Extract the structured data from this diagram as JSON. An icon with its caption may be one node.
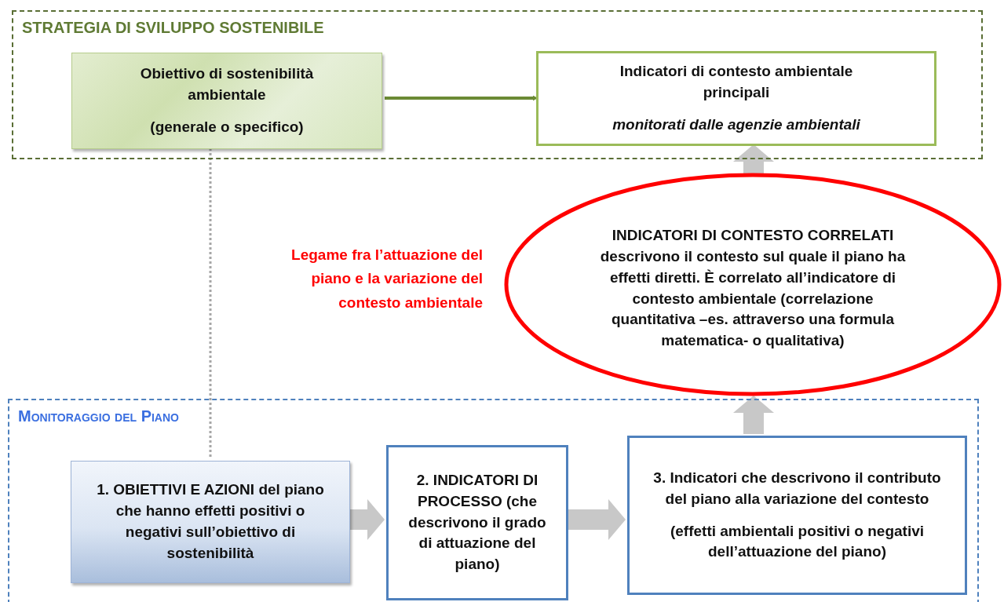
{
  "diagram": {
    "nodes": [
      {
        "text": [
          "STRATEGIA DI SVILUPPO SOSTENIBILE"
        ]
      },
      {
        "text": [
          "Obiettivo di sostenibilità ambientale",
          "(generale o specifico)"
        ],
        "in": 0
      },
      {
        "text": [
          "Indicatori di contesto ambientale principali",
          "monitorati dalle agenzie ambientali"
        ],
        "in": 0
      },
      {
        "text": [
          "INDICATORI  DI CONTESTO CORRELATI",
          "descrivono il contesto sul quale il piano ha effetti diretti. È correlato all’indicatore di contesto ambientale (correlazione quantitativa –es. attraverso una formula matematica- o qualitativa)"
        ]
      },
      {
        "text": [
          "Monitoraggio del Piano"
        ]
      },
      {
        "text": [
          "1. OBIETTIVI E AZIONI del piano che hanno effetti positivi o negativi sull’obiettivo di sostenibilità"
        ],
        "in": 4
      },
      {
        "text": [
          "2. INDICATORI  DI PROCESSO (che descrivono il grado di attuazione del piano)"
        ],
        "in": 4
      },
      {
        "text": [
          "3. Indicatori che descrivono il contributo del piano alla variazione del contesto",
          "(effetti ambientali positivi o negativi dell’attuazione del piano)"
        ],
        "in": 4
      }
    ],
    "edges": [
      {
        "from": 1,
        "to": 2,
        "arrow": "to",
        "color": "#6b8a34"
      },
      {
        "from": 3,
        "to": 2,
        "arrow": "to"
      },
      {
        "from": 1,
        "to": 5,
        "arrow": "none",
        "style": "dashed",
        "color": "#a6a6a6"
      },
      {
        "from": 5,
        "to": 6,
        "arrow": "to"
      },
      {
        "from": 6,
        "to": 7,
        "arrow": "to"
      },
      {
        "from": 7,
        "to": 3,
        "arrow": "to"
      }
    ],
    "labels": [
      "Legame fra l’attuazione del piano e la variazione del contesto ambientale"
    ]
  }
}
